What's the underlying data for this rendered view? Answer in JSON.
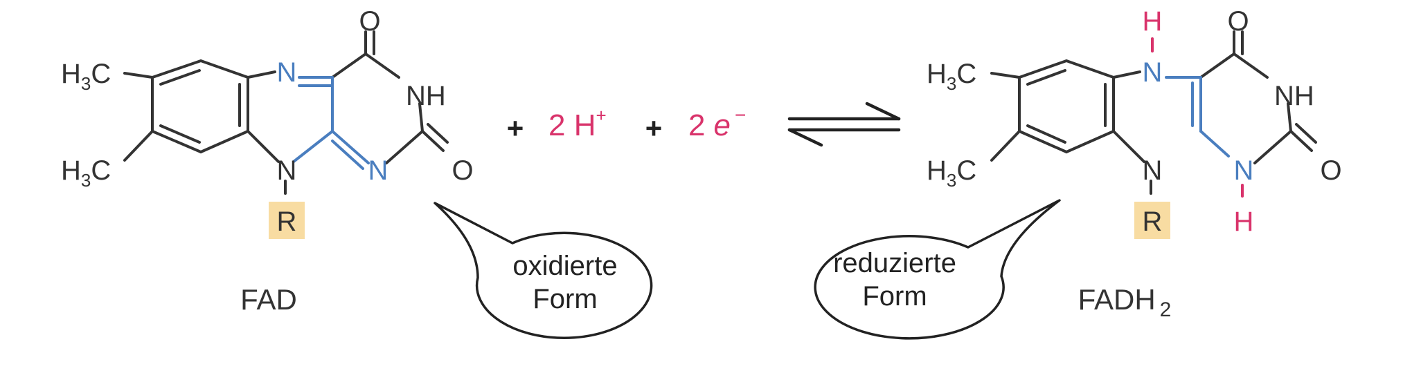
{
  "colors": {
    "bond": "#333333",
    "bond_conjugated": "#4a7ebf",
    "text": "#333333",
    "n_blue": "#4a7ebf",
    "hydrogen": "#d9336b",
    "r_highlight": "#f8dca2",
    "bubble_stroke": "#222222"
  },
  "equation": {
    "plus1": "+",
    "protons": "2 H",
    "proton_charge": "+",
    "plus2": "+",
    "electrons_coef": "2",
    "electron_symbol": "e",
    "electron_charge": "−"
  },
  "fad": {
    "name": "FAD",
    "methyl_main": "H",
    "methyl_sub": "3",
    "methyl_c": "C",
    "n5": "N",
    "n1": "N",
    "n10": "N",
    "nh": "NH",
    "o_top": "O",
    "o_right": "O",
    "r_group": "R",
    "callout_line1": "oxidierte",
    "callout_line2": "Form"
  },
  "fadh2": {
    "name": "FADH",
    "name_sub": "2",
    "methyl_main": "H",
    "methyl_sub": "3",
    "methyl_c": "C",
    "n5": "N",
    "n1": "N",
    "n10": "N",
    "nh": "NH",
    "o_top": "O",
    "o_right": "O",
    "h5": "H",
    "h1": "H",
    "r_group": "R",
    "callout_line1": "reduzierte",
    "callout_line2": "Form"
  }
}
